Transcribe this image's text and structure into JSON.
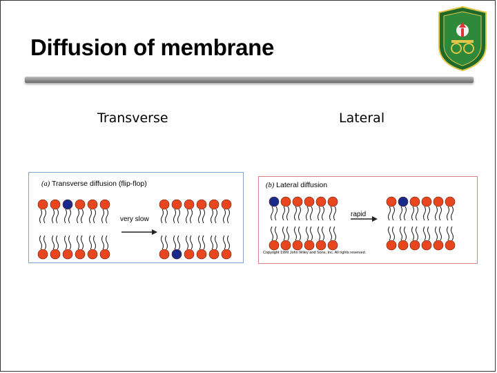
{
  "slide": {
    "title": "Diffusion of membrane",
    "columns": {
      "left_label": "Transverse",
      "right_label": "Lateral"
    }
  },
  "panel_a": {
    "tag": "(a)",
    "caption": "Transverse diffusion (flip-flop)",
    "arrow_label": "very slow"
  },
  "panel_b": {
    "tag": "(b)",
    "caption": "Lateral diffusion",
    "arrow_label": "rapid",
    "copyright": "Copyright 1999 John Wiley and Sons, Inc. All rights reserved."
  },
  "logo": {
    "name": "university-seal",
    "text": "University seal"
  },
  "colors": {
    "headgroup": "#e8461e",
    "headgroup_marked": "#1a2a8a",
    "panel_a_border": "#7fa3c9",
    "panel_b_border": "#d98080",
    "seal_green": "#1f6a2a"
  }
}
